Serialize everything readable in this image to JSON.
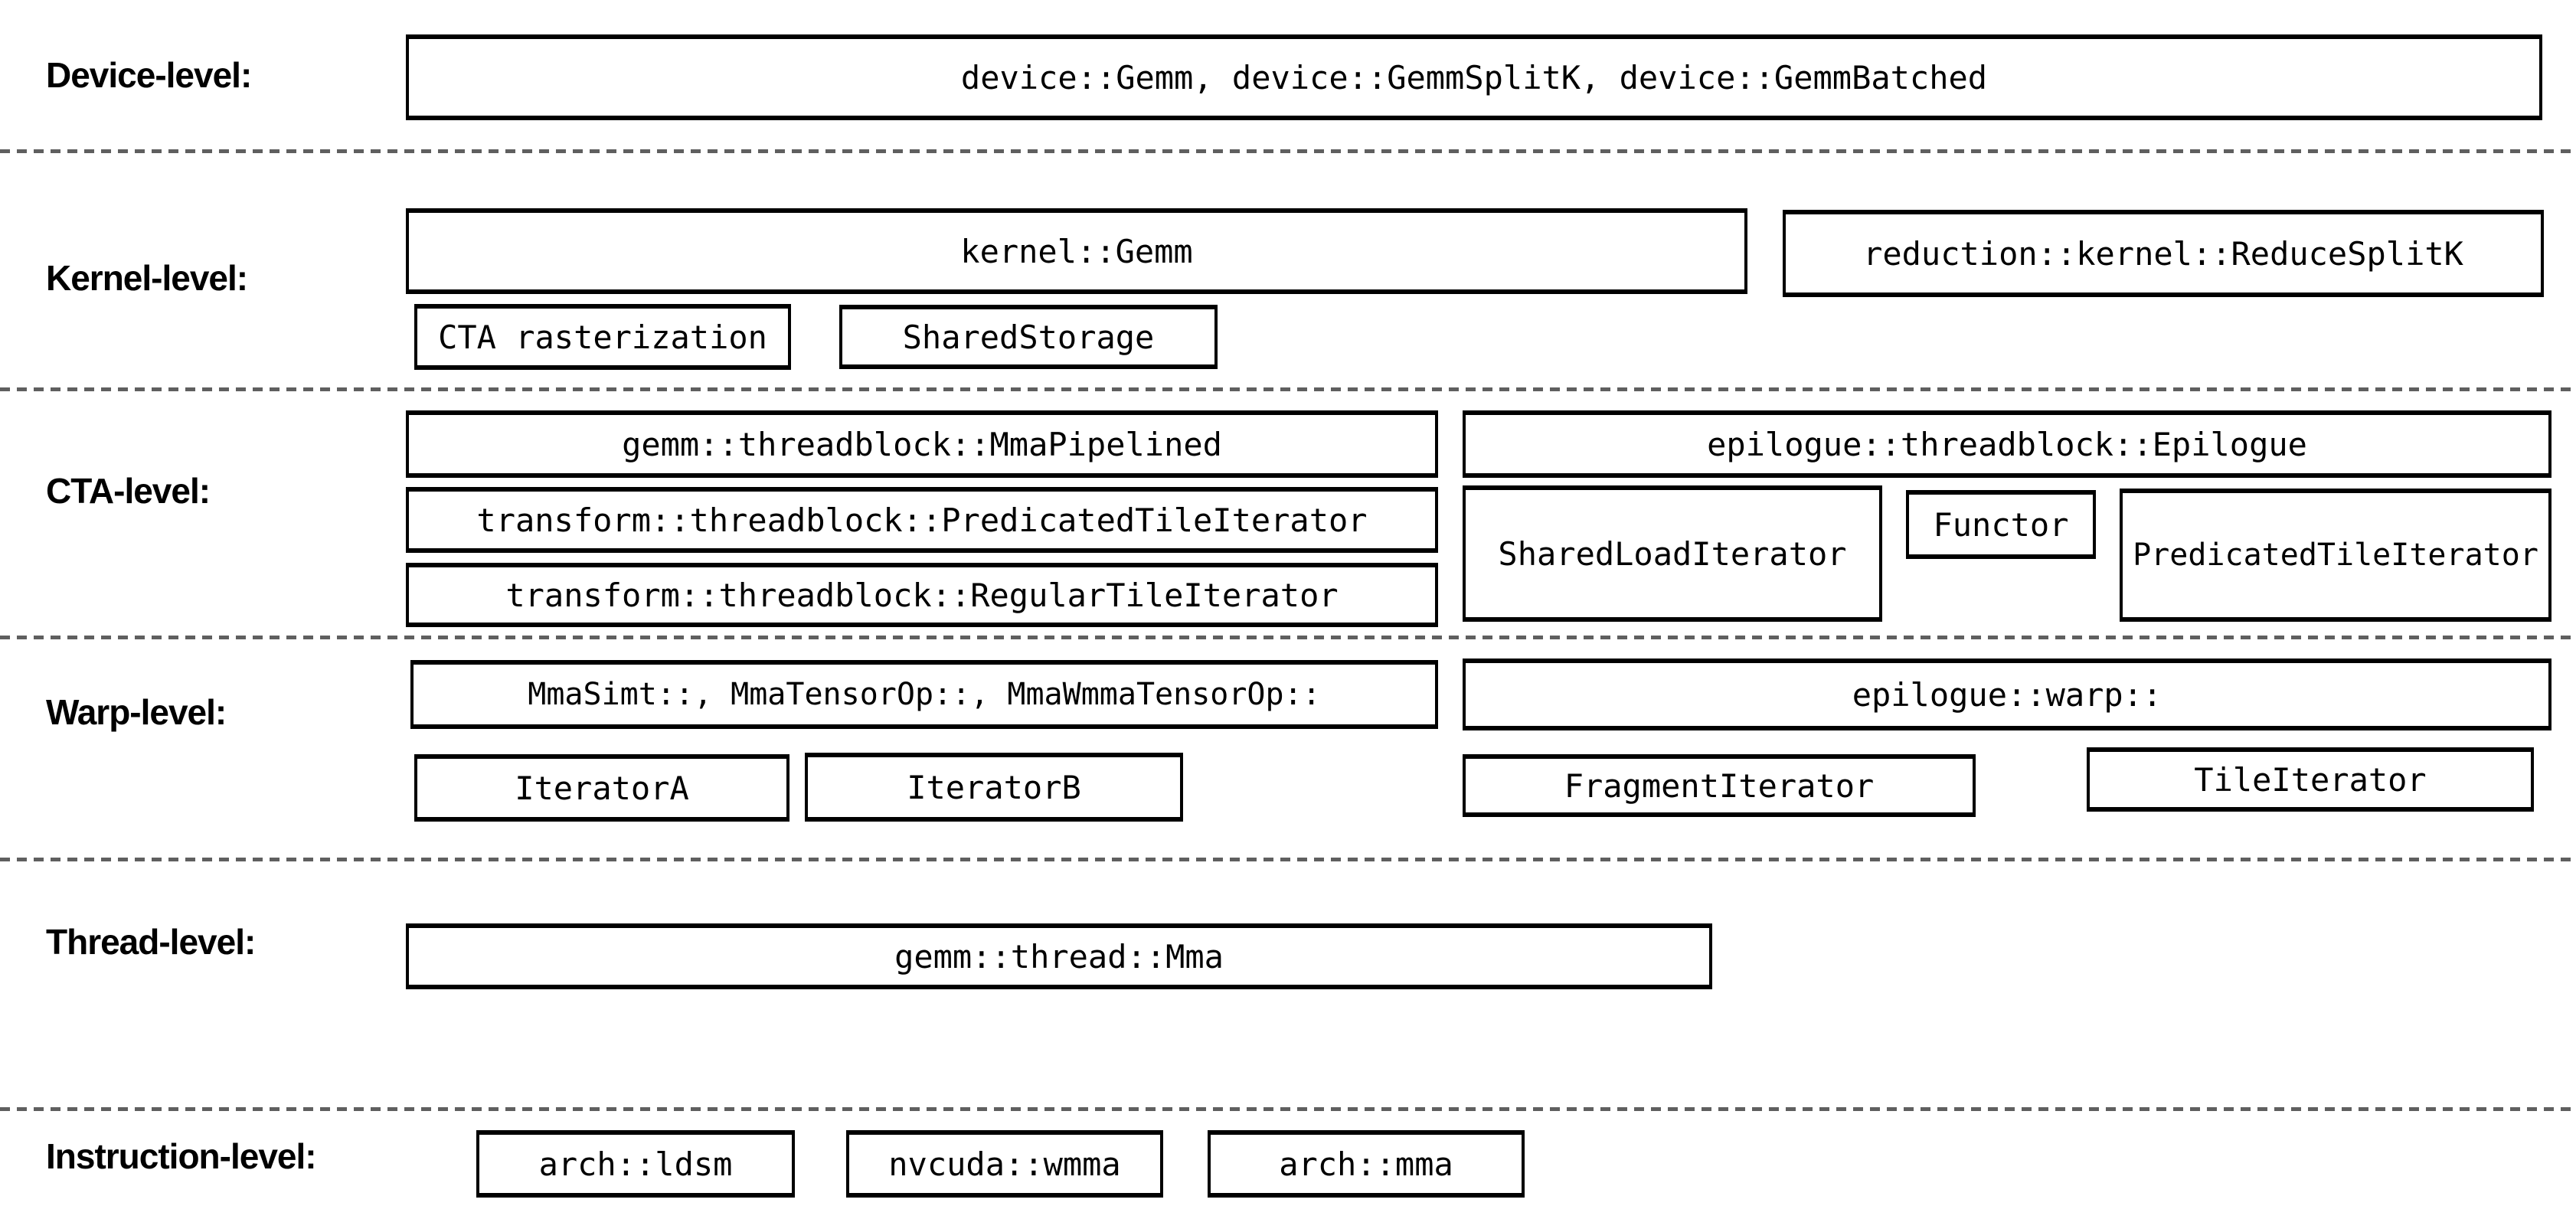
{
  "levels": [
    {
      "label": "Device-level:",
      "boxes": [
        {
          "text": "device::Gemm, device::GemmSplitK, device::GemmBatched"
        }
      ]
    },
    {
      "label": "Kernel-level:",
      "boxes": [
        {
          "text": "kernel::Gemm"
        },
        {
          "text": "reduction::kernel::ReduceSplitK"
        },
        {
          "text": "CTA rasterization"
        },
        {
          "text": "SharedStorage"
        }
      ]
    },
    {
      "label": "CTA-level:",
      "boxes": [
        {
          "text": "gemm::threadblock::MmaPipelined"
        },
        {
          "text": "epilogue::threadblock::Epilogue"
        },
        {
          "text": "transform::threadblock::PredicatedTileIterator"
        },
        {
          "text": "SharedLoadIterator"
        },
        {
          "text": "Functor"
        },
        {
          "text": "PredicatedTileIterator"
        },
        {
          "text": "transform::threadblock::RegularTileIterator"
        }
      ]
    },
    {
      "label": "Warp-level:",
      "boxes": [
        {
          "text": "MmaSimt::, MmaTensorOp::, MmaWmmaTensorOp::"
        },
        {
          "text": "epilogue::warp::"
        },
        {
          "text": "IteratorA"
        },
        {
          "text": "IteratorB"
        },
        {
          "text": "FragmentIterator"
        },
        {
          "text": "TileIterator"
        }
      ]
    },
    {
      "label": "Thread-level:",
      "boxes": [
        {
          "text": "gemm::thread::Mma"
        }
      ]
    },
    {
      "label": "Instruction-level:",
      "boxes": [
        {
          "text": "arch::ldsm"
        },
        {
          "text": "nvcuda::wmma"
        },
        {
          "text": "arch::mma"
        }
      ]
    }
  ],
  "colors": {
    "background": "#ffffff",
    "box_border": "#000000",
    "text": "#000000",
    "separator": "#5f5f5f"
  }
}
